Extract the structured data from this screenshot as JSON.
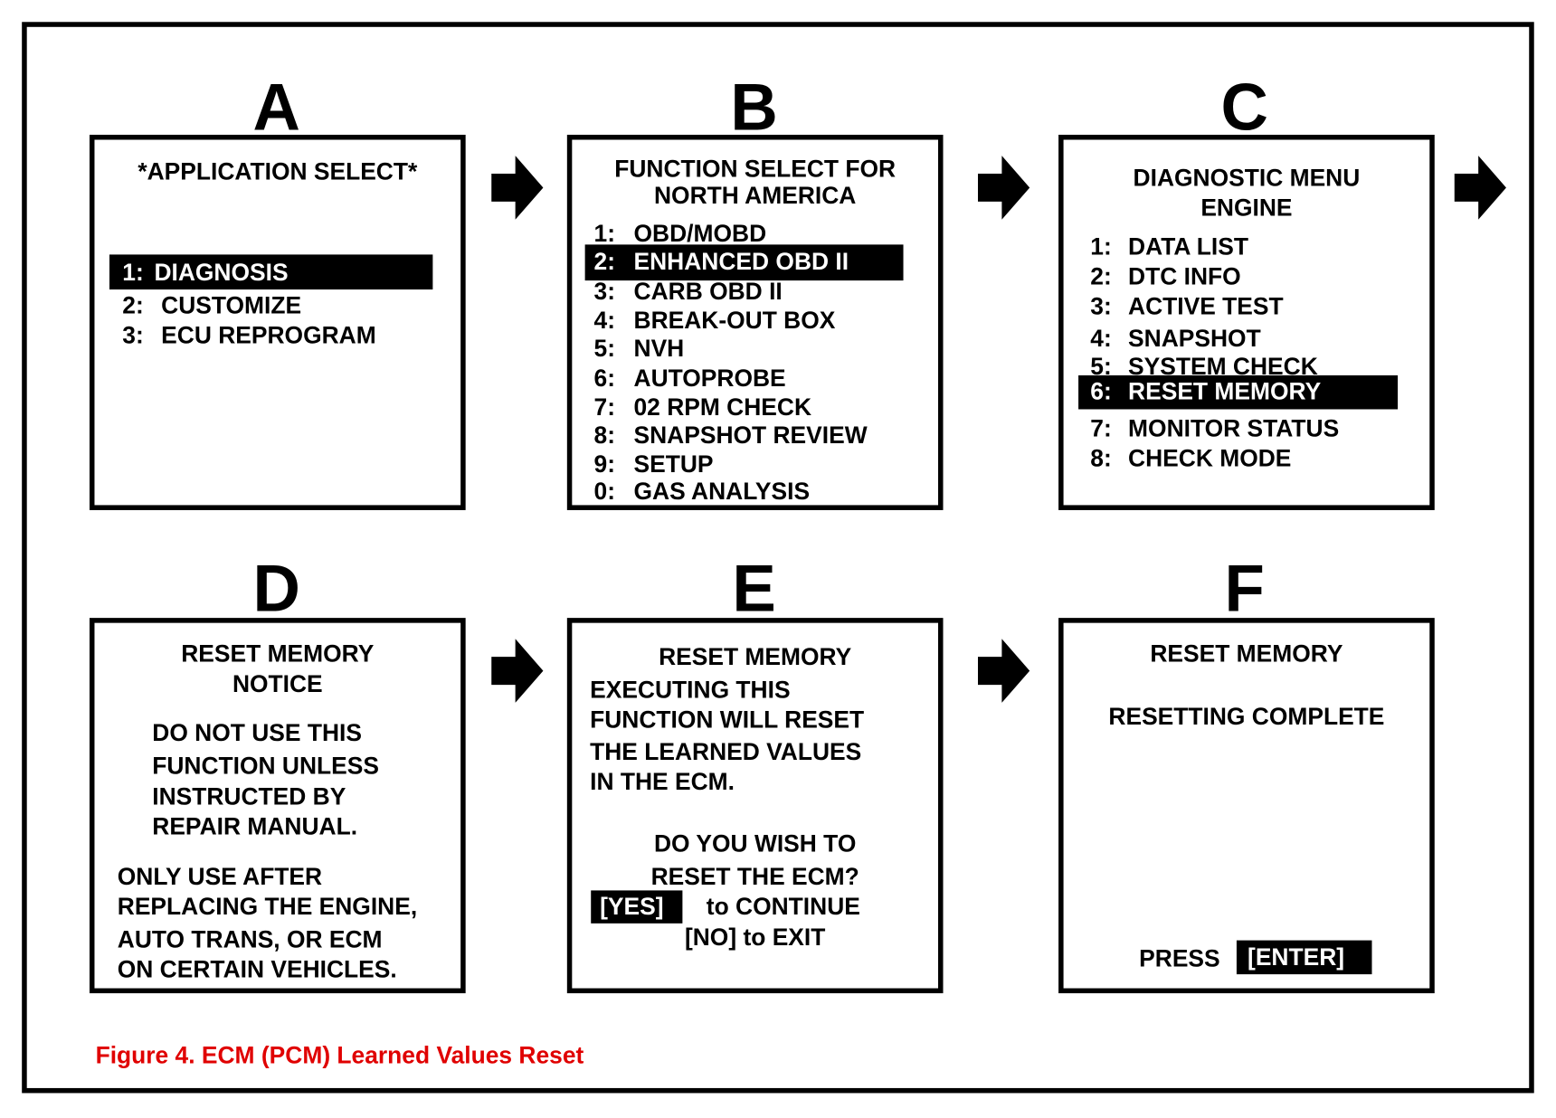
{
  "panels": {
    "a": {
      "letter": "A",
      "title": "*APPLICATION SELECT*",
      "items": [
        {
          "num": "1:",
          "label": "DIAGNOSIS",
          "selected": true
        },
        {
          "num": "2:",
          "label": "CUSTOMIZE"
        },
        {
          "num": "3:",
          "label": "ECU REPROGRAM"
        }
      ]
    },
    "b": {
      "letter": "B",
      "title_line1": "FUNCTION SELECT FOR",
      "title_line2": "NORTH AMERICA",
      "items": [
        {
          "num": "1:",
          "label": "OBD/MOBD"
        },
        {
          "num": "2:",
          "label": "ENHANCED OBD II",
          "selected": true
        },
        {
          "num": "3:",
          "label": "CARB OBD II"
        },
        {
          "num": "4:",
          "label": "BREAK-OUT BOX"
        },
        {
          "num": "5:",
          "label": "NVH"
        },
        {
          "num": "6:",
          "label": "AUTOPROBE"
        },
        {
          "num": "7:",
          "label": "02 RPM CHECK"
        },
        {
          "num": "8:",
          "label": "SNAPSHOT REVIEW"
        },
        {
          "num": "9:",
          "label": "SETUP"
        },
        {
          "num": "0:",
          "label": "GAS ANALYSIS"
        }
      ]
    },
    "c": {
      "letter": "C",
      "title_line1": "DIAGNOSTIC MENU",
      "title_line2": "ENGINE",
      "items": [
        {
          "num": "1:",
          "label": "DATA LIST"
        },
        {
          "num": "2:",
          "label": "DTC INFO"
        },
        {
          "num": "3:",
          "label": "ACTIVE TEST"
        },
        {
          "num": "4:",
          "label": "SNAPSHOT"
        },
        {
          "num": "5:",
          "label": "SYSTEM CHECK"
        },
        {
          "num": "6:",
          "label": "RESET MEMORY",
          "selected": true
        },
        {
          "num": "7:",
          "label": "MONITOR STATUS"
        },
        {
          "num": "8:",
          "label": "CHECK MODE"
        }
      ]
    },
    "d": {
      "letter": "D",
      "title_line1": "RESET MEMORY",
      "title_line2": "NOTICE",
      "warning": [
        "DO NOT USE THIS",
        "FUNCTION UNLESS",
        "INSTRUCTED BY",
        "REPAIR MANUAL."
      ],
      "usage": [
        "ONLY USE AFTER",
        "REPLACING THE ENGINE,",
        "AUTO TRANS, OR ECM",
        "ON CERTAIN VEHICLES."
      ]
    },
    "e": {
      "letter": "E",
      "title": "RESET MEMORY",
      "body": [
        "EXECUTING THIS",
        "FUNCTION WILL RESET",
        "THE LEARNED VALUES",
        "IN THE ECM."
      ],
      "question_line1": "DO YOU WISH TO",
      "question_line2": "RESET THE ECM?",
      "yes_key": "[YES]",
      "yes_action": "to CONTINUE",
      "no_line": "[NO] to EXIT"
    },
    "f": {
      "letter": "F",
      "title": "RESET MEMORY",
      "status": "RESETTING COMPLETE",
      "press_label": "PRESS",
      "enter_key": "[ENTER]"
    }
  },
  "arrows": [
    "right-arrow",
    "right-arrow",
    "right-arrow",
    "right-arrow",
    "right-arrow"
  ],
  "caption": "Figure 4. ECM (PCM) Learned Values Reset",
  "colors": {
    "caption": "#e00000",
    "ink": "#000000",
    "background": "#ffffff"
  }
}
